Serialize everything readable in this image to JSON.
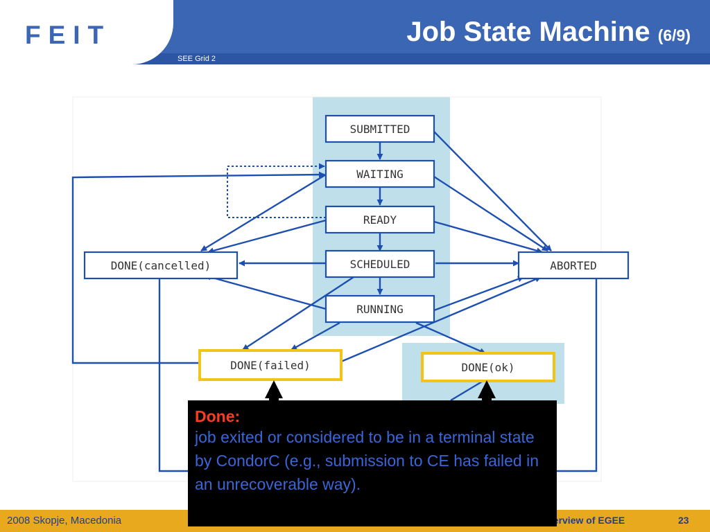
{
  "header": {
    "logo_text": "FEIT",
    "title": "Job State Machine",
    "title_part": "(6/9)",
    "subtitle": "SEE Grid 2"
  },
  "diagram": {
    "states": {
      "submitted": "SUBMITTED",
      "waiting": "WAITING",
      "ready": "READY",
      "scheduled": "SCHEDULED",
      "running": "RUNNING",
      "done_cancelled": "DONE(cancelled)",
      "aborted": "ABORTED",
      "done_failed": "DONE(failed)",
      "done_ok": "DONE(ok)"
    },
    "highlight_color": "#f0c419",
    "band_color": "#bfe0ea",
    "arrow_color": "#1d4fb0"
  },
  "callout": {
    "title": "Done:",
    "body": "job exited or considered to be in a terminal state by CondorC (e.g., submission to CE has failed in an unrecoverable way)."
  },
  "footer": {
    "left": "2008 Skopje, Macedonia",
    "right": "verview of EGEE",
    "page": "23"
  }
}
